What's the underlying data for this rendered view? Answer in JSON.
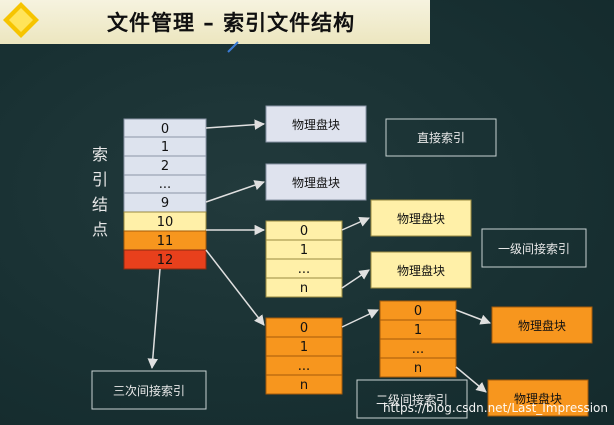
{
  "title": "文件管理 – 索引文件结构",
  "watermark": "https://blog.csdn.net/Last_Impression",
  "index_node_label": [
    "索",
    "引",
    "结",
    "点"
  ],
  "index_node_cells": [
    "0",
    "1",
    "2",
    "...",
    "9",
    "10",
    "11",
    "12"
  ],
  "level1_block_cells": [
    "0",
    "1",
    "...",
    "n"
  ],
  "level2_block_a_cells": [
    "0",
    "1",
    "...",
    "n"
  ],
  "level2_block_b_cells": [
    "0",
    "1",
    "...",
    "n"
  ],
  "physical_block_label": "物理盘块",
  "notes": {
    "direct": "直接索引",
    "single": "一级间接索引",
    "double": "二级间接索引",
    "triple": "三次间接索引"
  },
  "colors": {
    "background": "#183032",
    "light_cell": "#dde3ee",
    "yellow": "#fff0a8",
    "orange": "#f7961e",
    "red": "#e8401c",
    "physical_light": "#dfe3ee"
  }
}
